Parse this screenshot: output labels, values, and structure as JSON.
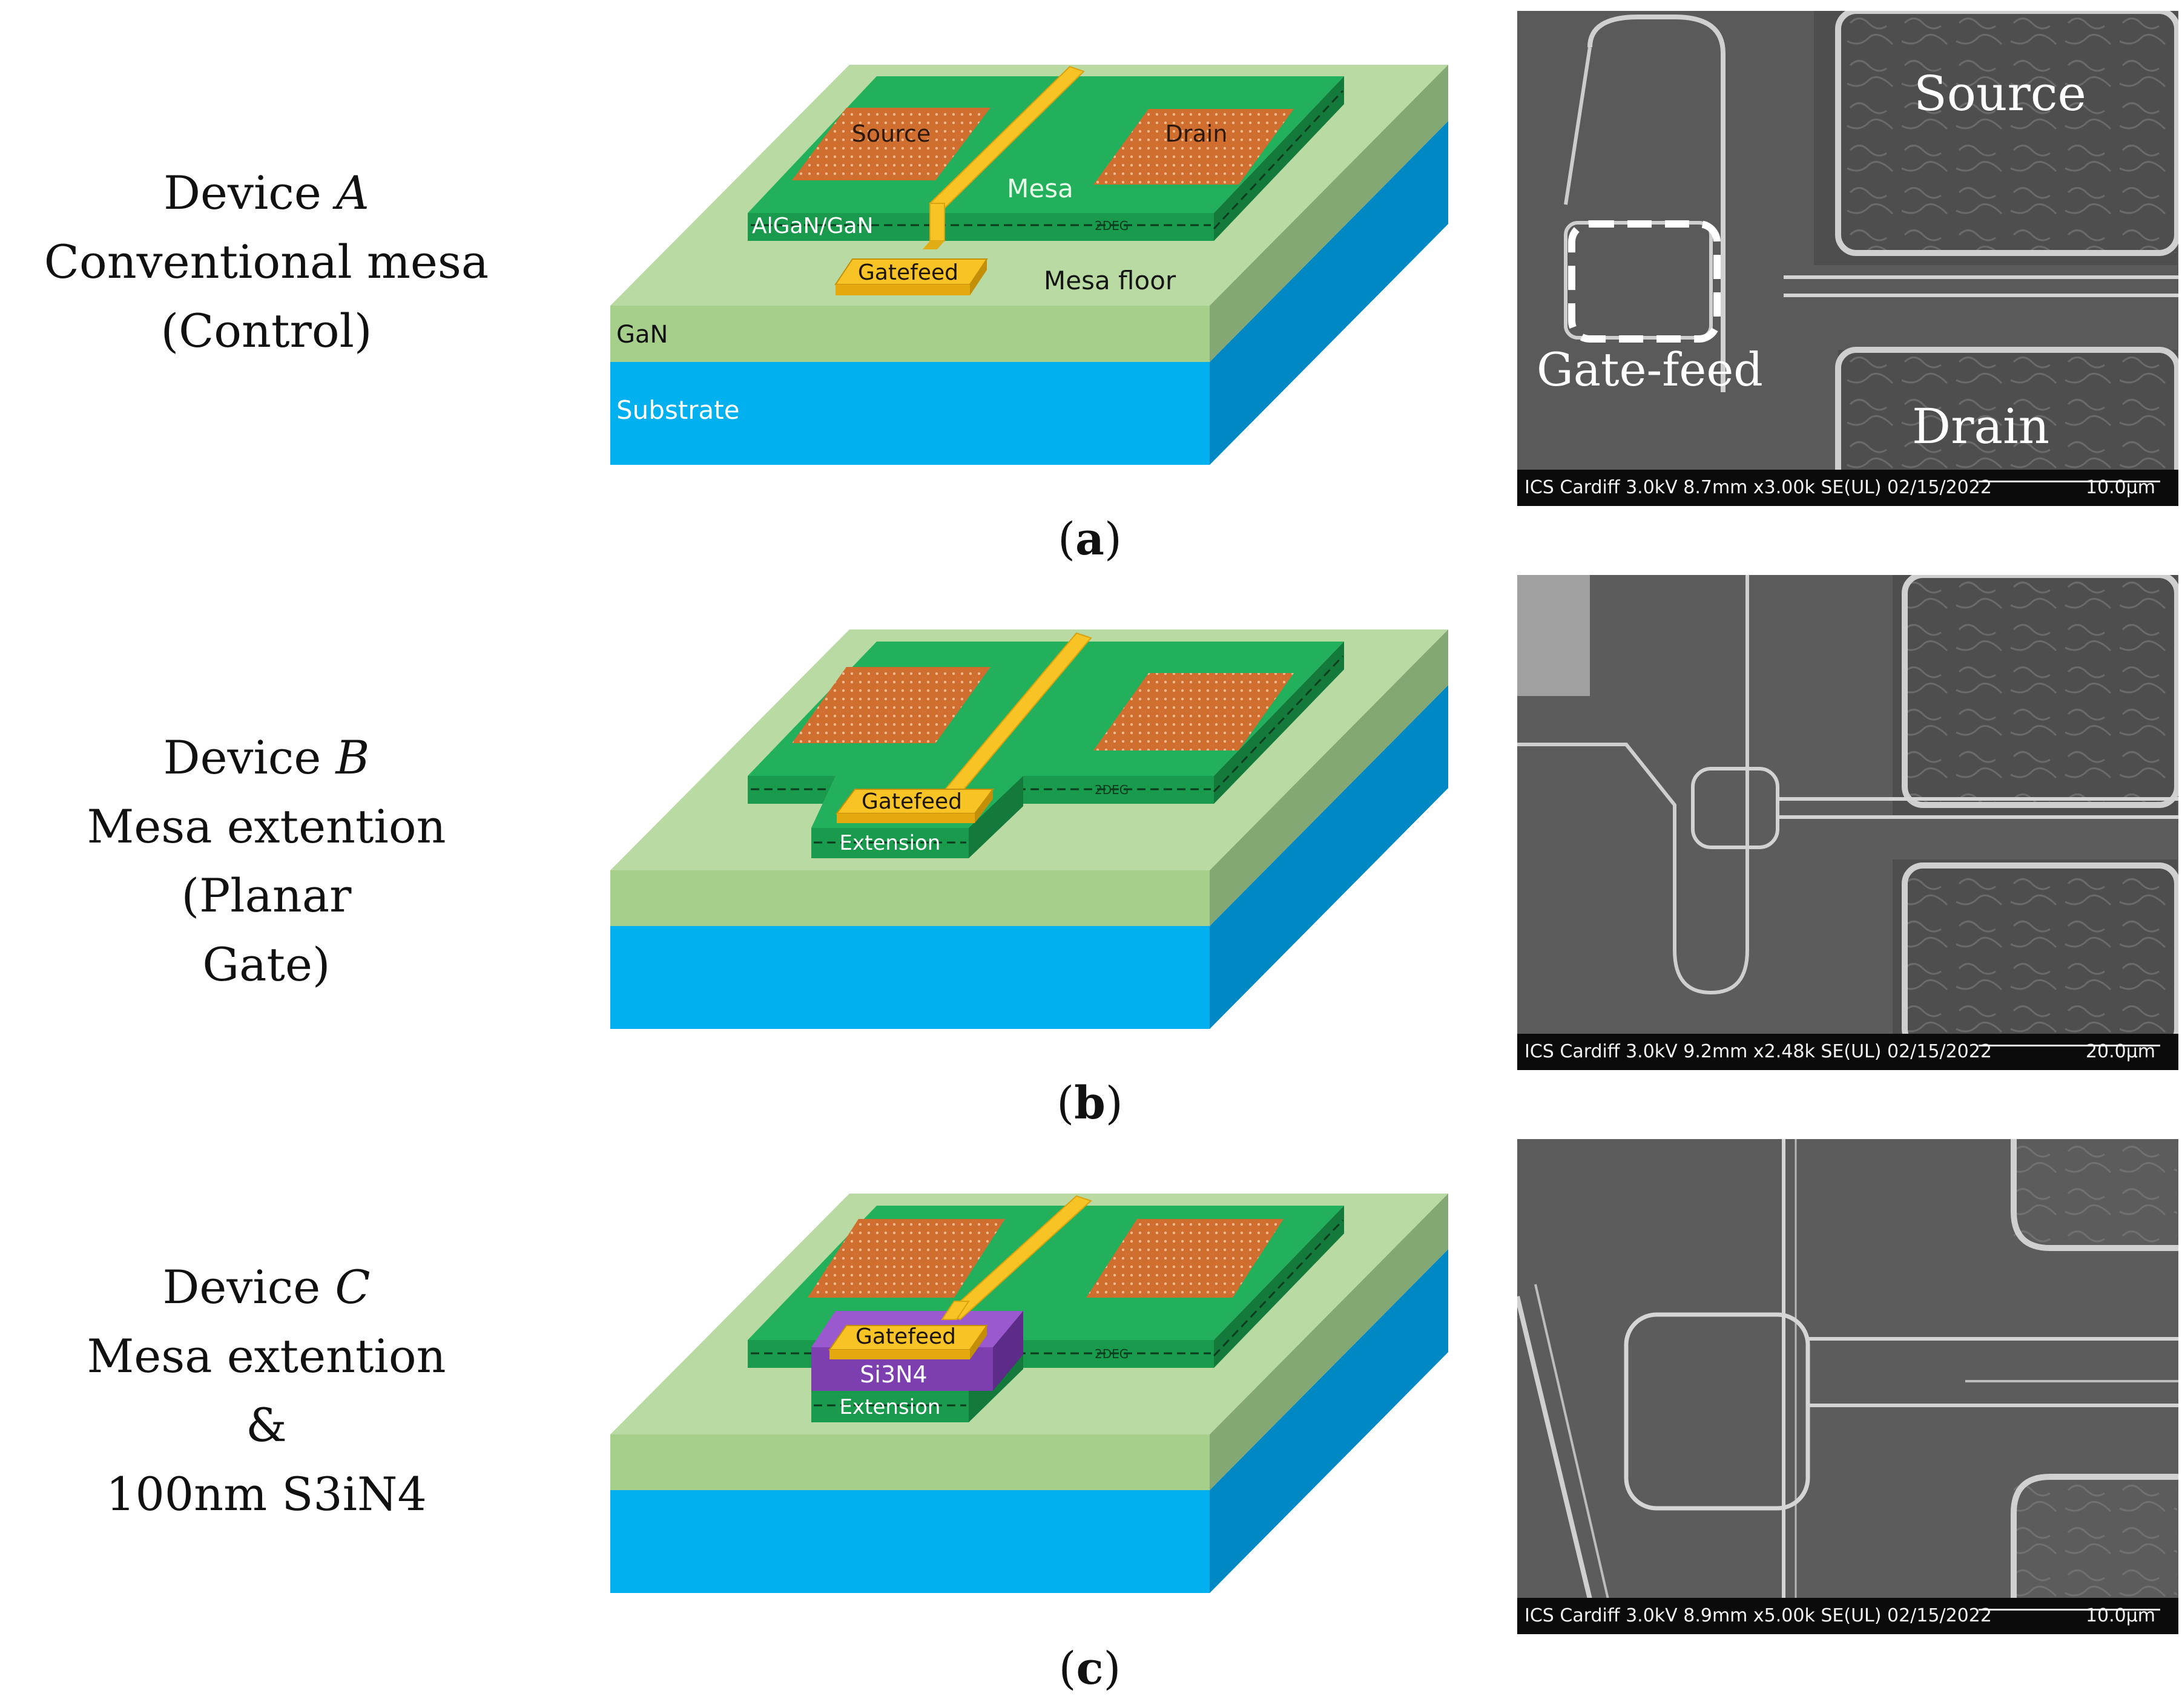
{
  "panels": [
    {
      "id": "a",
      "device_label": {
        "title": "Device ",
        "letter": "A",
        "line2": "Conventional mesa",
        "line3": "(Control)"
      },
      "caption": "a",
      "labels": {
        "source": "Source",
        "drain": "Drain",
        "mesa": "Mesa",
        "algan": "AlGaN/GaN",
        "twodeg": "2DEG",
        "gatefeed": "Gatefeed",
        "mesa_floor": "Mesa floor",
        "gan": "GaN",
        "substrate": "Substrate"
      },
      "sem": {
        "source": "Source",
        "drain": "Drain",
        "gatefeed": "Gate-feed",
        "info": "ICS Cardiff 3.0kV 8.7mm x3.00k SE(UL) 02/15/2022",
        "scale": "10.0µm"
      }
    },
    {
      "id": "b",
      "device_label": {
        "title": "Device ",
        "letter": "B",
        "line2": "Mesa extention (Planar",
        "line3": "Gate)"
      },
      "caption": "b",
      "labels": {
        "twodeg": "2DEG",
        "gatefeed": "Gatefeed",
        "extension": "Extension"
      },
      "sem": {
        "info": "ICS Cardiff 3.0kV 9.2mm x2.48k SE(UL) 02/15/2022",
        "scale": "20.0µm"
      }
    },
    {
      "id": "c",
      "device_label": {
        "title": "Device ",
        "letter": "C",
        "line2": "Mesa extention",
        "line3": "&",
        "line4": "100nm S3iN4"
      },
      "caption": "c",
      "labels": {
        "twodeg": "2DEG",
        "gatefeed": "Gatefeed",
        "si3n4": "Si3N4",
        "extension": "Extension"
      },
      "sem": {
        "info": "ICS Cardiff 3.0kV 8.9mm x5.00k SE(UL) 02/15/2022",
        "scale": "10.0µm"
      }
    }
  ],
  "colors": {
    "gan_top": "#b9dba3",
    "gan_front": "#a5cf8a",
    "gan_side": "#84a873",
    "sub_front": "#00b0ef",
    "sub_side": "#0088c4",
    "mesa_top": "#22b05c",
    "mesa_front": "#1a9a4d",
    "mesa_side": "#147a3c",
    "pad": "#cf6e2e",
    "gate": "#f7c325",
    "gate_dark": "#d9a20e",
    "si3n4": "#7d3fb0",
    "si3n4_side": "#5d2b88"
  }
}
